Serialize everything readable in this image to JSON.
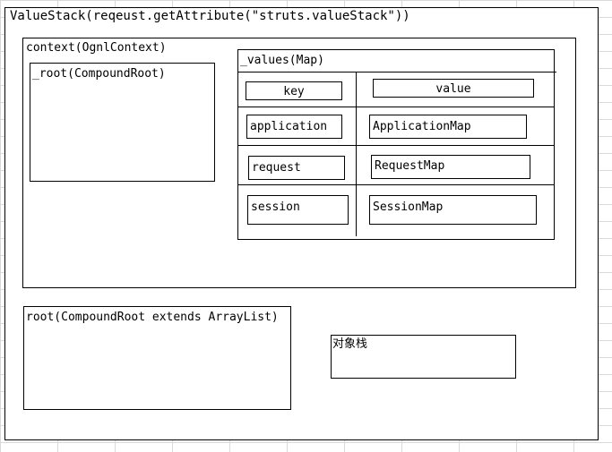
{
  "value_stack": {
    "label": "ValueStack(reqeust.getAttribute(\"struts.valueStack\"))"
  },
  "context": {
    "label": "context(OgnlContext)",
    "root": {
      "label": "_root(CompoundRoot)"
    },
    "values_map": {
      "label": "_values(Map)",
      "header": {
        "key": "key",
        "value": "value"
      },
      "rows": [
        {
          "key": "application",
          "value": "ApplicationMap"
        },
        {
          "key": "request",
          "value": "RequestMap"
        },
        {
          "key": "session",
          "value": "SessionMap"
        }
      ]
    }
  },
  "root": {
    "label": "root(CompoundRoot extends ArrayList)"
  },
  "object_stack": {
    "label": "对象栈"
  }
}
